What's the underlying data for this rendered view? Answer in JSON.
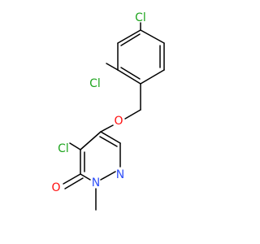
{
  "molecule": {
    "atoms": {
      "cl_top": {
        "label": "Cl",
        "color": "#1fa51f"
      },
      "cl_mid": {
        "label": "Cl",
        "color": "#1fa51f"
      },
      "o_ether": {
        "label": "O",
        "color": "#ff0d0d"
      },
      "cl_ring": {
        "label": "Cl",
        "color": "#1fa51f"
      },
      "n_ring": {
        "label": "N",
        "color": "#3050f8"
      },
      "o_keto": {
        "label": "O",
        "color": "#ff0d0d"
      },
      "n_methyl": {
        "label": "N",
        "color": "#3050f8"
      }
    }
  }
}
